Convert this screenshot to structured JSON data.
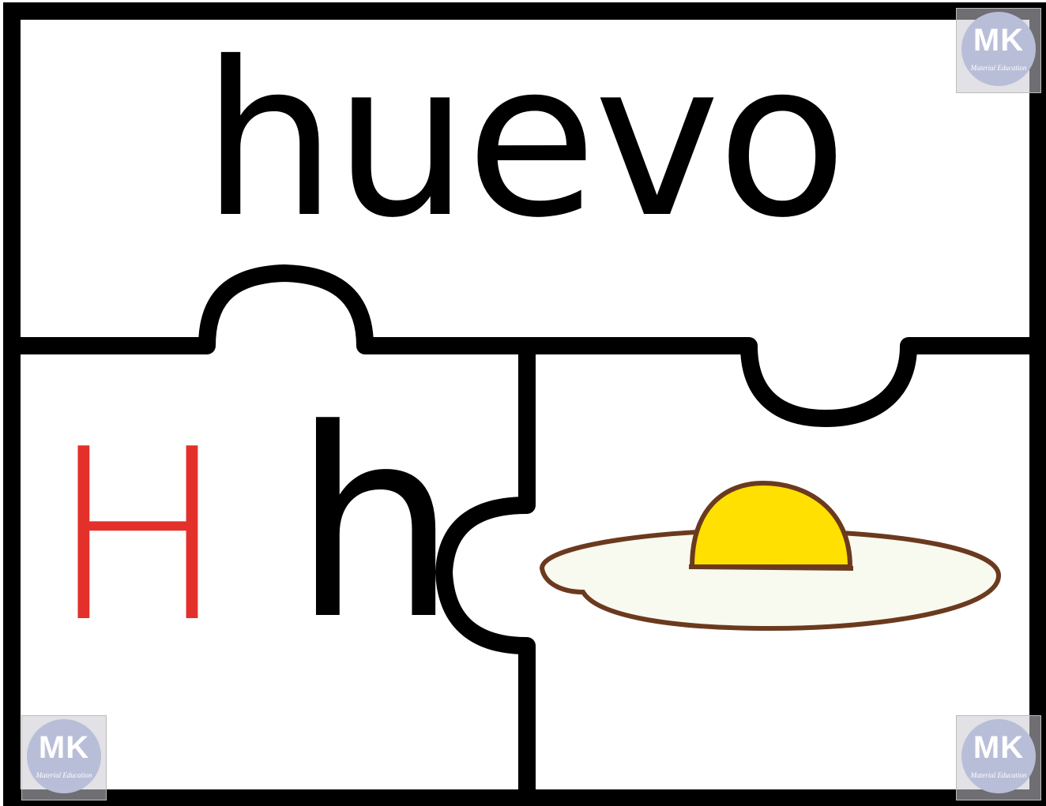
{
  "word": "huevo",
  "letter_upper": "H",
  "letter_lower": "h",
  "logo": {
    "letters": "MK",
    "subtitle": "Material Education"
  },
  "colors": {
    "outline": "#000000",
    "upper_letter": "#e3302a",
    "egg_white": "#f8f9ef",
    "egg_yolk": "#ffe000",
    "egg_outline": "#6b3a1e"
  }
}
